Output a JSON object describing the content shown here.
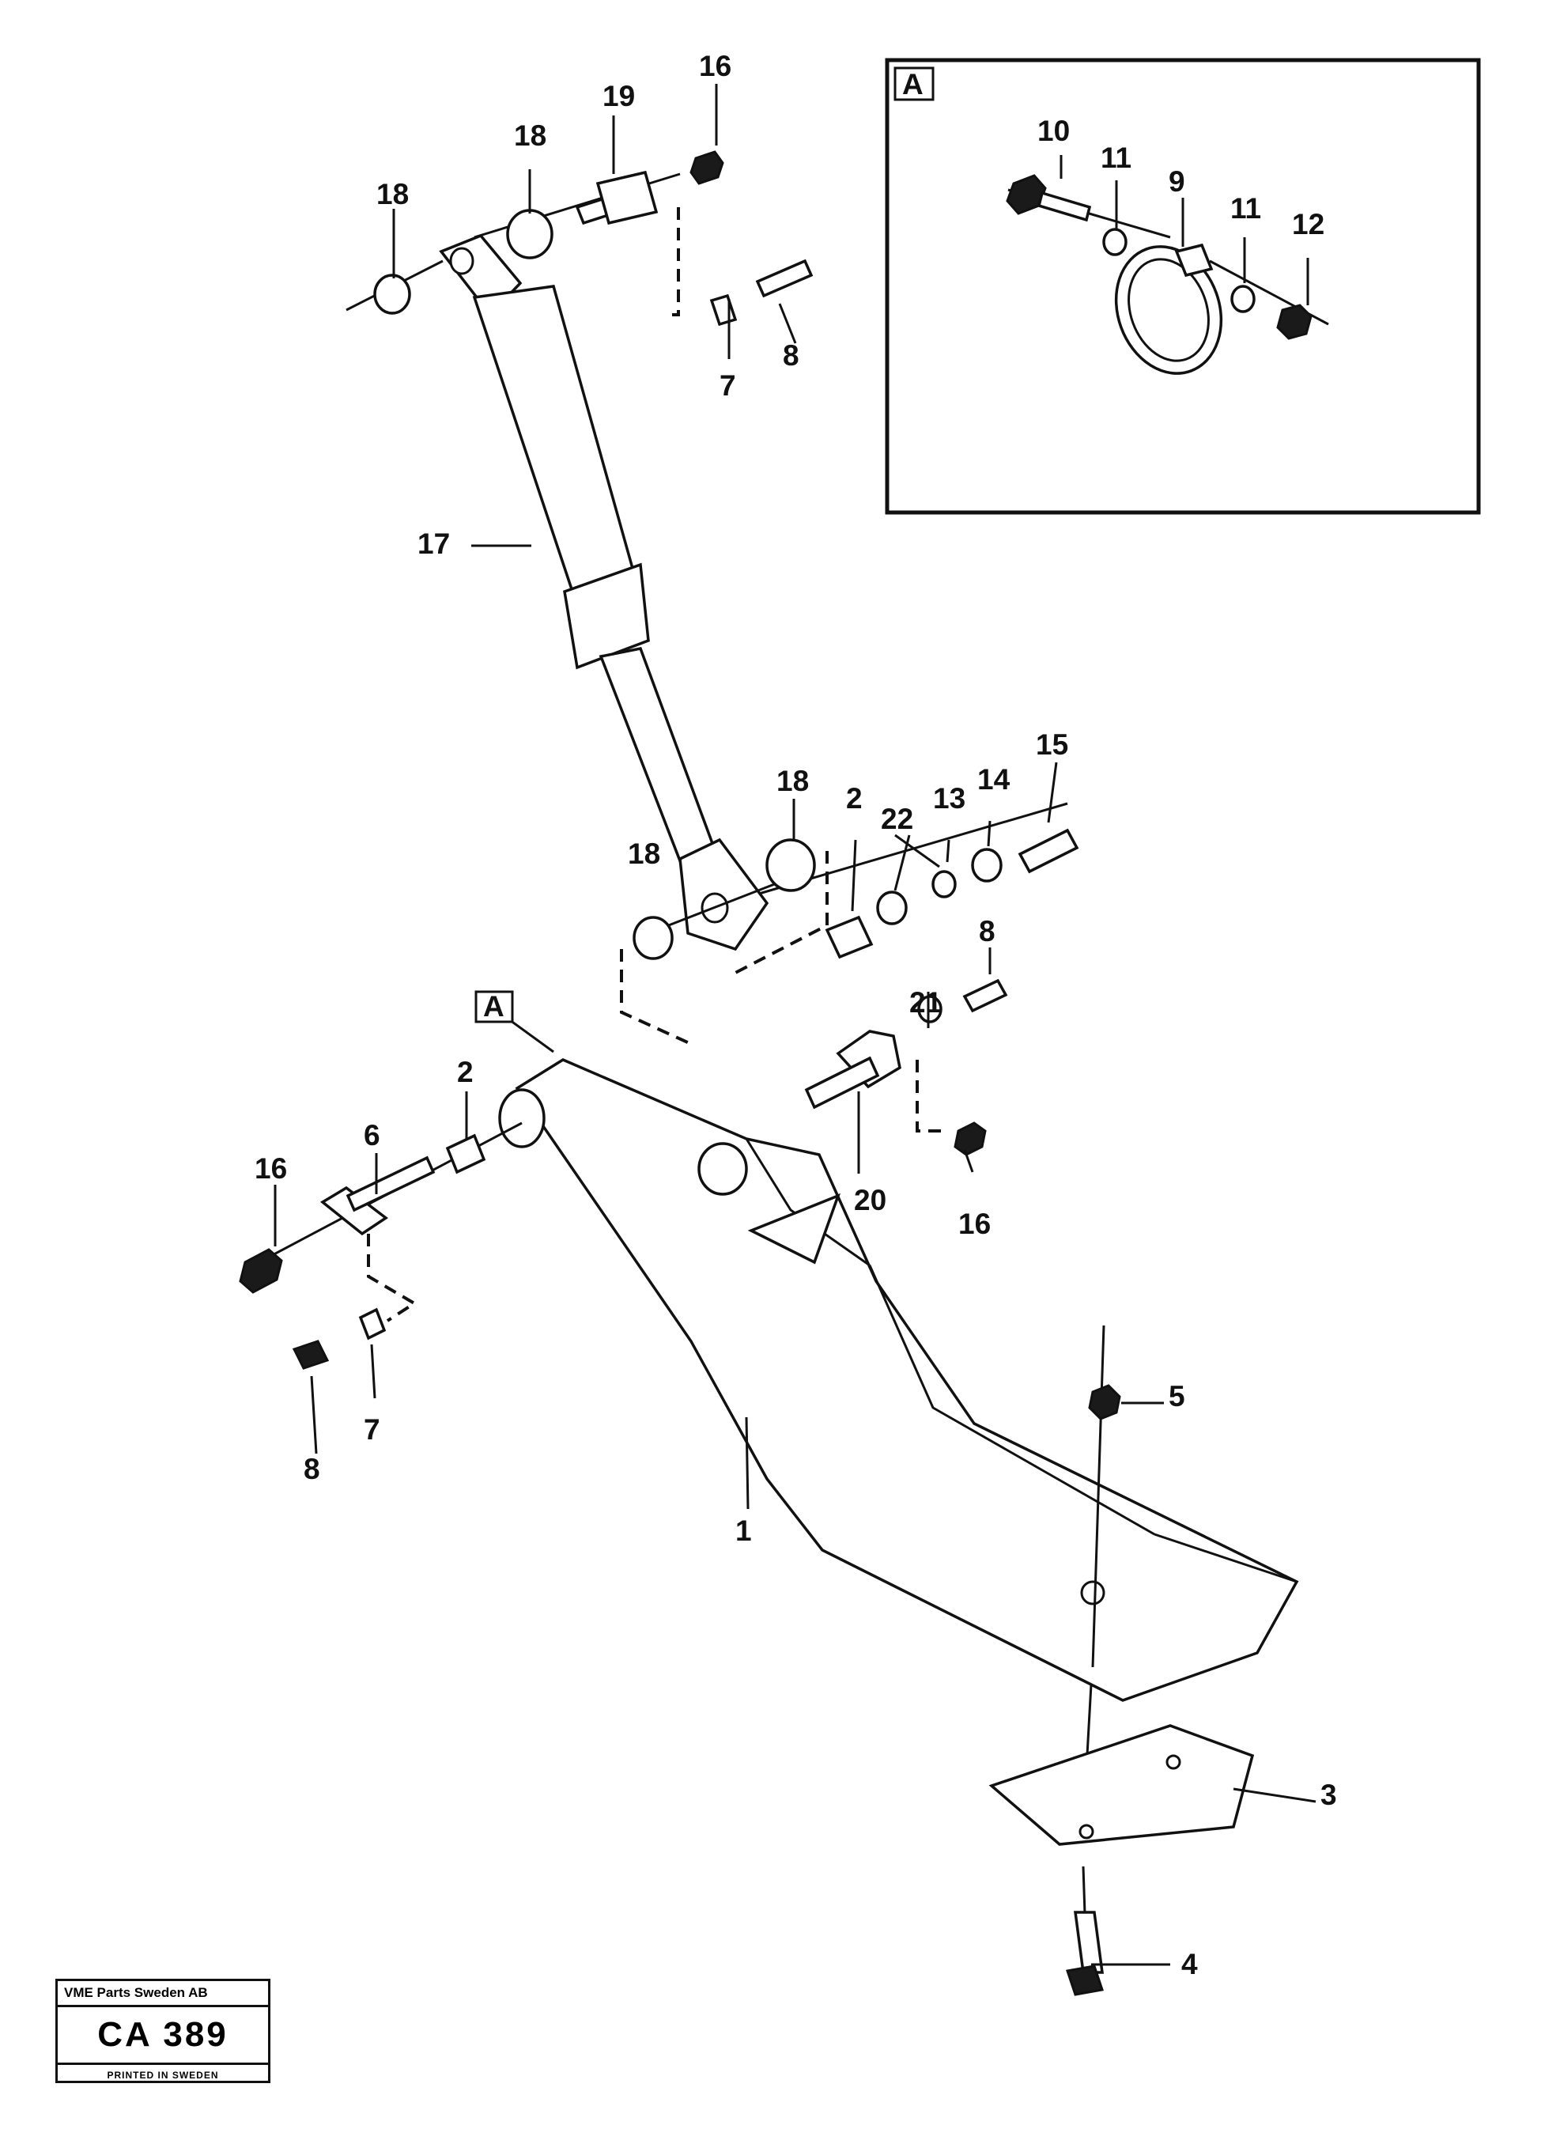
{
  "detail": {
    "tag": "A",
    "labels": {
      "10": "10",
      "11a": "11",
      "9": "9",
      "11b": "11",
      "12": "12"
    }
  },
  "callout_tag": "A",
  "labels": {
    "16a": "16",
    "19": "19",
    "18a": "18",
    "18b": "18",
    "8a": "8",
    "7a": "7",
    "17": "17",
    "18c": "18",
    "18d": "18",
    "2a": "2",
    "22": "22",
    "13": "13",
    "14": "14",
    "15": "15",
    "8b": "8",
    "21": "21",
    "2b": "2",
    "6": "6",
    "16b": "16",
    "20": "20",
    "16c": "16",
    "8c": "8",
    "7b": "7",
    "5": "5",
    "1": "1",
    "3": "3",
    "4": "4"
  },
  "stamp": {
    "company": "VME Parts Sweden AB",
    "code": "CA 389",
    "printed": "PRINTED IN SWEDEN"
  }
}
